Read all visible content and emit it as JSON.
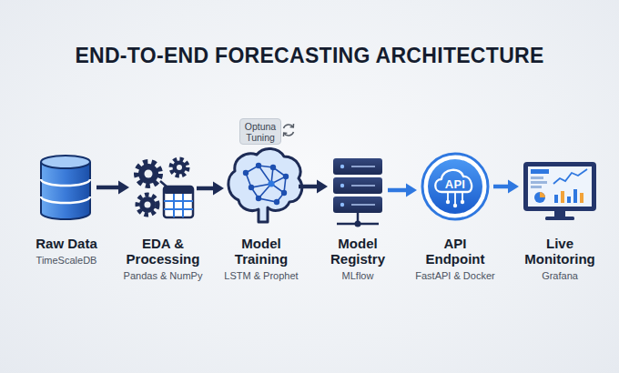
{
  "diagram": {
    "title": "END-TO-END FORECASTING ARCHITECTURE",
    "nodes": [
      {
        "text": [
          "Raw Data",
          "TimeScaleDB"
        ]
      },
      {
        "text": [
          "EDA & Processing",
          "Pandas & NumPy"
        ]
      },
      {
        "text": [
          "Model Training",
          "LSTM & Prophet"
        ]
      },
      {
        "text": [
          "Optuna Tuning"
        ]
      },
      {
        "text": [
          "Model Registry",
          "MLflow"
        ]
      },
      {
        "text": [
          "API",
          "API Endpoint",
          "FastAPI & Docker"
        ]
      },
      {
        "text": [
          "Live Monitoring",
          "Grafana"
        ]
      }
    ],
    "edges": [
      {
        "from": 0,
        "to": 1,
        "arrow": "to"
      },
      {
        "from": 1,
        "to": 2,
        "arrow": "to"
      },
      {
        "from": 2,
        "to": 4,
        "arrow": "to"
      },
      {
        "from": 4,
        "to": 5,
        "arrow": "to"
      },
      {
        "from": 5,
        "to": 6,
        "arrow": "to"
      }
    ]
  }
}
